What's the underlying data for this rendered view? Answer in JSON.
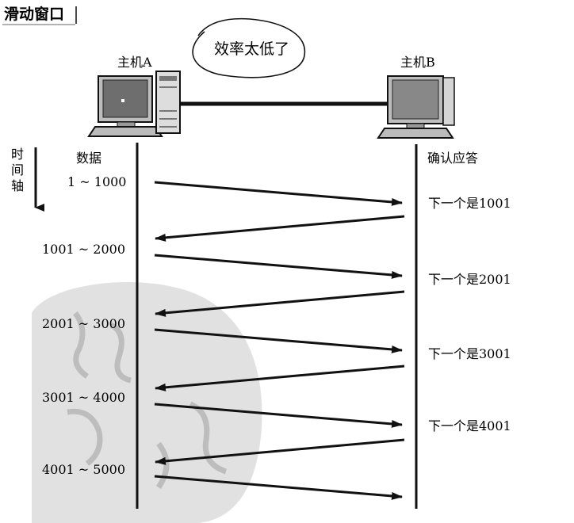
{
  "header": {
    "title": "滑动窗口"
  },
  "annotation": {
    "note": "效率太低了"
  },
  "hosts": {
    "a_label": "主机A",
    "b_label": "主机B"
  },
  "time_axis": {
    "chars": [
      "时",
      "间",
      "轴"
    ]
  },
  "columns": {
    "data_header": "数据",
    "ack_header": "确认应答"
  },
  "segments": [
    {
      "range": "1 ~ 1000",
      "ack": "下一个是1001"
    },
    {
      "range": "1001 ~ 2000",
      "ack": "下一个是2001"
    },
    {
      "range": "2001 ~ 3000",
      "ack": "下一个是3001"
    },
    {
      "range": "3001 ~ 4000",
      "ack": "下一个是4001"
    },
    {
      "range": "4001 ~ 5000",
      "ack": ""
    }
  ],
  "colors": {
    "line": "#111111",
    "watermark": "#d9d9d9"
  }
}
